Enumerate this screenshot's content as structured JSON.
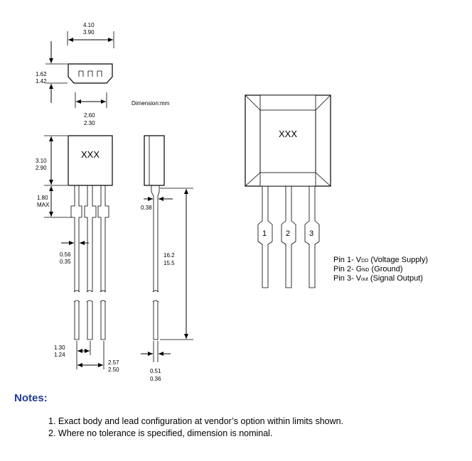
{
  "dimension_unit": "Dimension:mm",
  "top_view": {
    "width_max": "4.10",
    "width_min": "3.90",
    "height_max": "1.62",
    "height_min": "1.42",
    "inner_max": "2.60",
    "inner_min": "2.30"
  },
  "front_view": {
    "marking": "XXX",
    "body_h_max": "3.10",
    "body_h_min": "2.90",
    "shoulder_max": "1.80",
    "shoulder_note": "MAX",
    "lead_w_max": "0.56",
    "lead_w_min": "0.35",
    "pitch_max": "1.30",
    "pitch_min": "1.24",
    "span_max": "2.57",
    "span_min": "2.50"
  },
  "side_view": {
    "offset": "0.38",
    "lead_len_max": "16.2",
    "lead_len_min": "15.5",
    "thick_max": "0.51",
    "thick_min": "0.36"
  },
  "pinout": {
    "marking": "XXX",
    "pins": [
      "1",
      "2",
      "3"
    ],
    "legend": [
      {
        "prefix": "Pin 1- V",
        "sub": "DD",
        "desc": " (Voltage Supply)"
      },
      {
        "prefix": "Pin 2- G",
        "sub": "ND",
        "desc": " (Ground)"
      },
      {
        "prefix": "Pin 3- V",
        "sub": "out",
        "desc": " (Signal Output)"
      }
    ]
  },
  "notes": {
    "title": "Notes:",
    "items": [
      "1. Exact body and lead configuration at vendor’s option within limits shown.",
      "2. Where no tolerance is specified, dimension is nominal."
    ]
  }
}
